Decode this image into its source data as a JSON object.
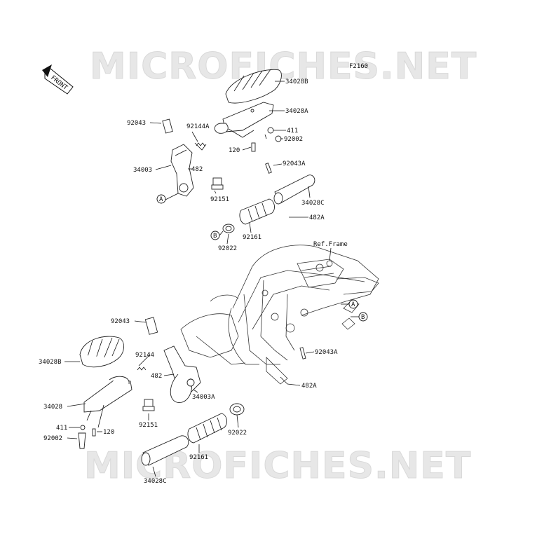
{
  "figure_code": "F2160",
  "watermark": "MICROFICHES.NET",
  "front_arrow": "FRONT",
  "ref_frame": "Ref.Frame",
  "callouts": {
    "a": "A",
    "b": "B"
  },
  "parts": {
    "p34028b_top": "34028B",
    "p34028a": "34028A",
    "p411_top": "411",
    "p92002_top": "92002",
    "p120_top": "120",
    "p92043_top": "92043",
    "p92144a": "92144A",
    "p34003": "34003",
    "p482_top": "482",
    "p92151_top": "92151",
    "p92043a_top": "92043A",
    "p34028c_top": "34028C",
    "p482a_top": "482A",
    "p92161_top": "92161",
    "p92022_top": "92022",
    "p92043_bot": "92043",
    "p34028b_bot": "34028B",
    "p92144": "92144",
    "p482_bot": "482",
    "p34003a": "34003A",
    "p34028_bot": "34028",
    "p92151_bot": "92151",
    "p411_bot": "411",
    "p120_bot": "120",
    "p92002_bot": "92002",
    "p92043a_bot": "92043A",
    "p482a_bot": "482A",
    "p92022_bot": "92022",
    "p92161_bot": "92161",
    "p34028c_bot": "34028C"
  }
}
